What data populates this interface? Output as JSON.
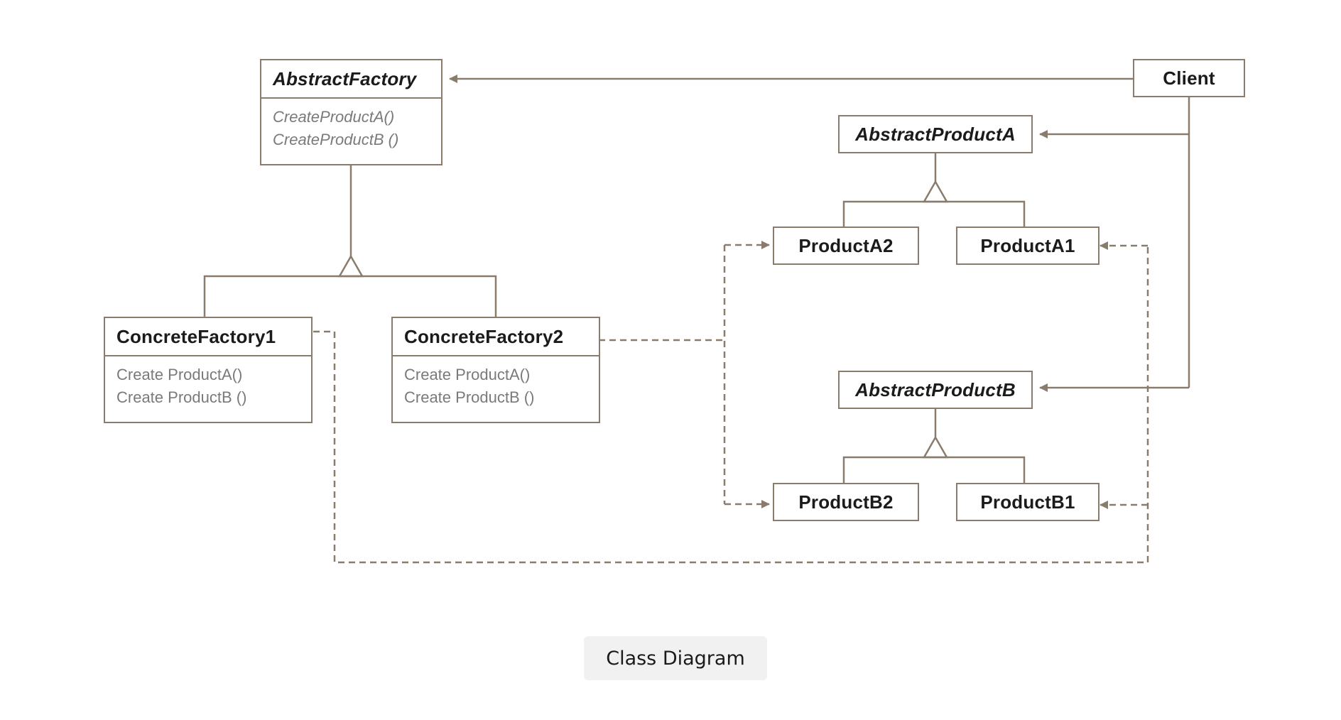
{
  "diagram": {
    "colors": {
      "line": "#8a7c6d",
      "text": "#1b1b1b",
      "method_text": "#7a7a7a",
      "caption_bg": "#f1f1f1"
    },
    "classes": {
      "abstract_factory": {
        "name": "AbstractFactory",
        "methods": [
          "CreateProductA()",
          "CreateProductB ()"
        ]
      },
      "client": {
        "name": "Client"
      },
      "abstract_product_a": {
        "name": "AbstractProductA"
      },
      "product_a2": {
        "name": "ProductA2"
      },
      "product_a1": {
        "name": "ProductA1"
      },
      "concrete_factory_1": {
        "name": "ConcreteFactory1",
        "methods": [
          "Create ProductA()",
          "Create ProductB ()"
        ]
      },
      "concrete_factory_2": {
        "name": "ConcreteFactory2",
        "methods": [
          "Create ProductA()",
          "Create ProductB ()"
        ]
      },
      "abstract_product_b": {
        "name": "AbstractProductB"
      },
      "product_b2": {
        "name": "ProductB2"
      },
      "product_b1": {
        "name": "ProductB1"
      }
    },
    "caption": "Class Diagram"
  }
}
